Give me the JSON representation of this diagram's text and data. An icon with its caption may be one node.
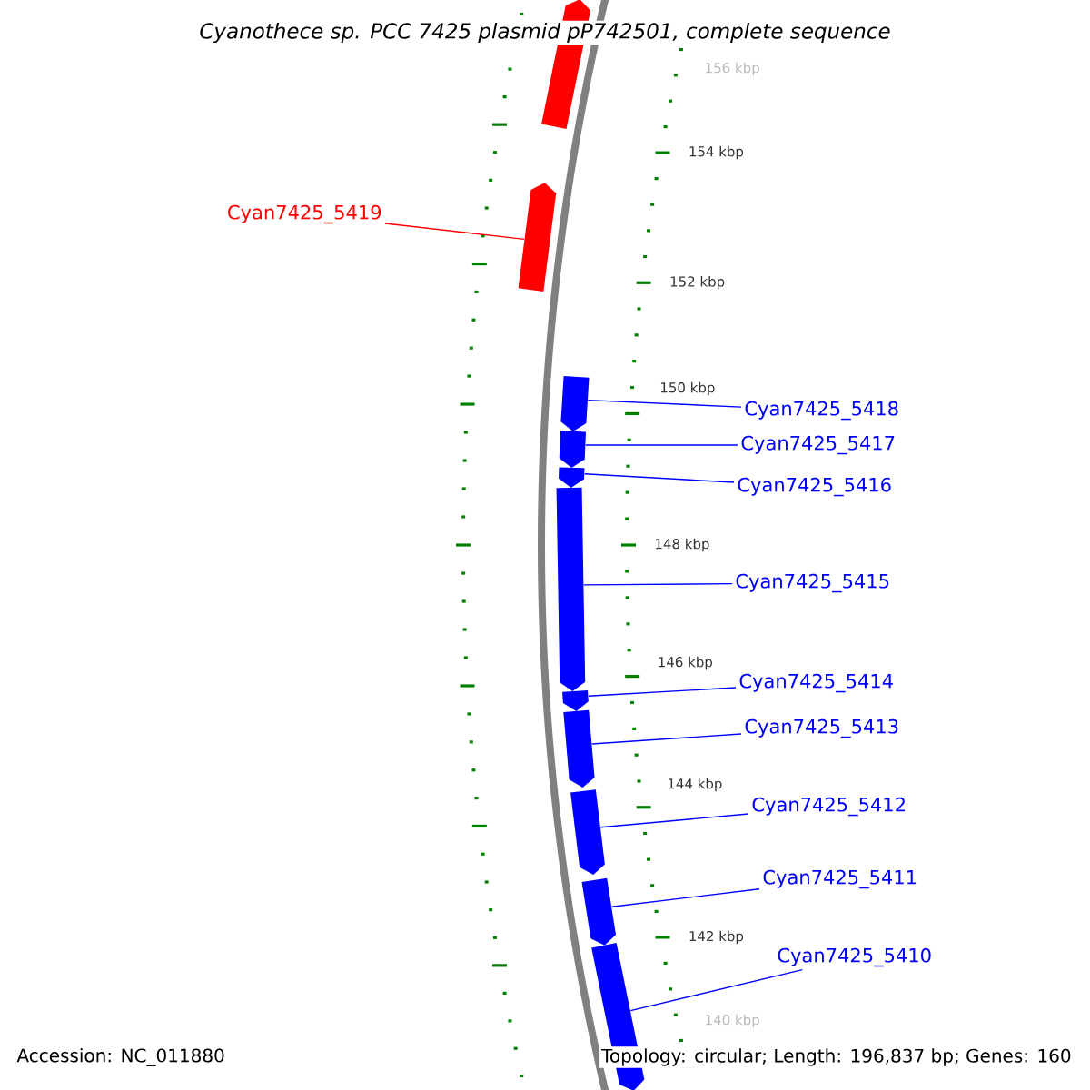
{
  "diagram": {
    "title": "Cyanothece sp. PCC 7425 plasmid pP742501, complete sequence",
    "nodes": [
      {
        "text": [],
        "shape": "arrow"
      },
      {
        "text": [
          "Cyan7425_5419"
        ]
      },
      {
        "text": [],
        "shape": "arrow"
      },
      {
        "text": [],
        "shape": "arrow"
      },
      {
        "text": [],
        "shape": "arrow"
      },
      {
        "text": [],
        "shape": "arrow"
      },
      {
        "text": [],
        "shape": "arrow"
      },
      {
        "text": [],
        "shape": "arrow"
      },
      {
        "text": [],
        "shape": "arrow"
      },
      {
        "text": [],
        "shape": "arrow"
      },
      {
        "text": [],
        "shape": "arrow"
      },
      {
        "text": [],
        "shape": "arrow"
      },
      {
        "text": [
          "Cyan7425_5418"
        ]
      },
      {
        "text": [
          "Cyan7425_5417"
        ]
      },
      {
        "text": [
          "Cyan7425_5416"
        ]
      },
      {
        "text": [
          "Cyan7425_5415"
        ]
      },
      {
        "text": [
          "Cyan7425_5414"
        ]
      },
      {
        "text": [
          "Cyan7425_5413"
        ]
      },
      {
        "text": [
          "Cyan7425_5412"
        ]
      },
      {
        "text": [
          "Cyan7425_5411"
        ]
      },
      {
        "text": [
          "Cyan7425_5410"
        ]
      }
    ],
    "edges": [
      {
        "from": 1,
        "to": 2,
        "arrow": "none",
        "color": "#ff0000"
      },
      {
        "from": 12,
        "to": 3,
        "arrow": "none"
      },
      {
        "from": 13,
        "to": 4,
        "arrow": "none"
      },
      {
        "from": 14,
        "to": 5,
        "arrow": "none"
      },
      {
        "from": 15,
        "to": 6,
        "arrow": "none"
      },
      {
        "from": 16,
        "to": 7,
        "arrow": "none"
      },
      {
        "from": 17,
        "to": 8,
        "arrow": "none"
      },
      {
        "from": 18,
        "to": 9,
        "arrow": "none"
      },
      {
        "from": 19,
        "to": 10,
        "arrow": "none"
      },
      {
        "from": 20,
        "to": 11,
        "arrow": "none"
      }
    ],
    "labels": [
      "156 kbp",
      "154 kbp",
      "152 kbp",
      "150 kbp",
      "148 kbp",
      "146 kbp",
      "144 kbp",
      "142 kbp",
      "140 kbp",
      "Accession: NC_011880",
      "Topology: circular; Length: 196,837 bp; Genes: 160"
    ]
  }
}
